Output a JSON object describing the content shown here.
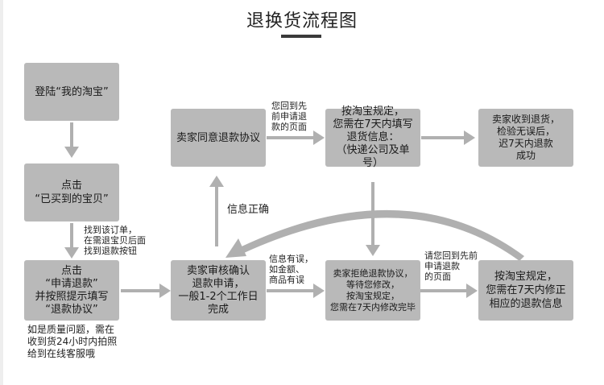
{
  "title": "退换货流程图",
  "colors": {
    "box": "#b9b9b9",
    "arrow": "#b0b0b0",
    "bar": "#3a3a3a"
  },
  "boxes": {
    "login": [
      "登陆“我的淘宝”"
    ],
    "click_bought": [
      "点击",
      "“已买到的宝贝”"
    ],
    "apply_refund": [
      "点击",
      "“申请退款”",
      "并按照提示填写",
      "“退款协议”"
    ],
    "seller_review": [
      "卖家审核确认",
      "退款申请，",
      "一般1-2个工作日",
      "完成"
    ],
    "seller_agree": [
      "卖家同意退款协议"
    ],
    "fill_return_info": [
      "按淘宝规定，",
      "您需在7天内填写",
      "退货信息：",
      "（快递公司及单号）"
    ],
    "seller_received": [
      "卖家收到退货，",
      "检验无误后，",
      "迟7天内退款",
      "成功"
    ],
    "seller_reject": [
      "卖家拒绝退款协议，",
      "等待您修改，",
      "按淘宝规定，",
      "您需在7天内修改完毕"
    ],
    "modify_info": [
      "按淘宝规定，",
      "您需在7天内修正",
      "相应的退款信息"
    ]
  },
  "notes": {
    "find_order": [
      "找到该订单，",
      "在需退宝贝后面",
      "找到退款按钮"
    ],
    "quality_issue": [
      "如是质量问题，需在",
      "收到货24小时内拍照",
      "给到在线客服哦"
    ],
    "return_to_prev_1": [
      "您回到先",
      "前申请退",
      "款的页面"
    ],
    "info_error": [
      "信息有误，",
      "如金额、",
      "商品有误"
    ],
    "return_to_prev_2": [
      "请您回到先前",
      "申请退款",
      "的页面"
    ],
    "info_correct": "信息正确"
  }
}
